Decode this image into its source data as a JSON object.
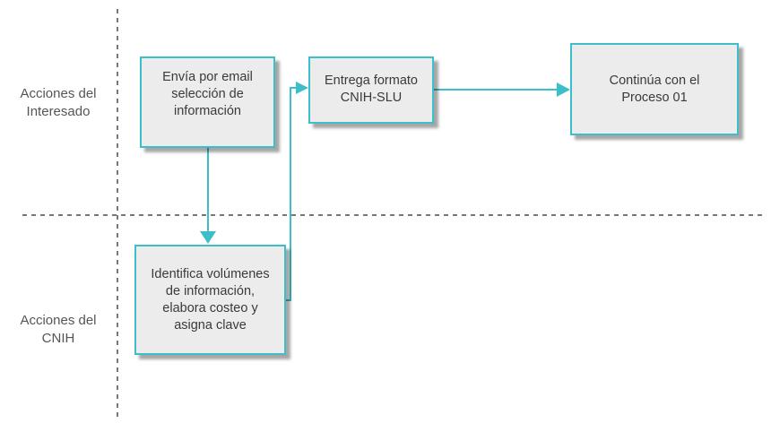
{
  "lanes": {
    "top": {
      "line1": "Acciones del",
      "line2": "Interesado"
    },
    "bottom": {
      "line1": "Acciones del",
      "line2": "CNIH"
    }
  },
  "boxes": {
    "email": {
      "lines": [
        "Envía por email",
        "selección de",
        "información"
      ]
    },
    "entrega": {
      "lines": [
        "Entrega formato",
        "CNIH-SLU"
      ]
    },
    "continua": {
      "lines": [
        "Continúa con el",
        "Proceso 01"
      ]
    },
    "identifica": {
      "lines": [
        "Identifica volúmenes",
        "de información,",
        "elabora costeo y",
        "asigna clave"
      ]
    }
  },
  "colors": {
    "accent": "#3cbfc8",
    "box_fill": "#ececec",
    "divider": "#777777",
    "text": "#3a3a3a"
  }
}
